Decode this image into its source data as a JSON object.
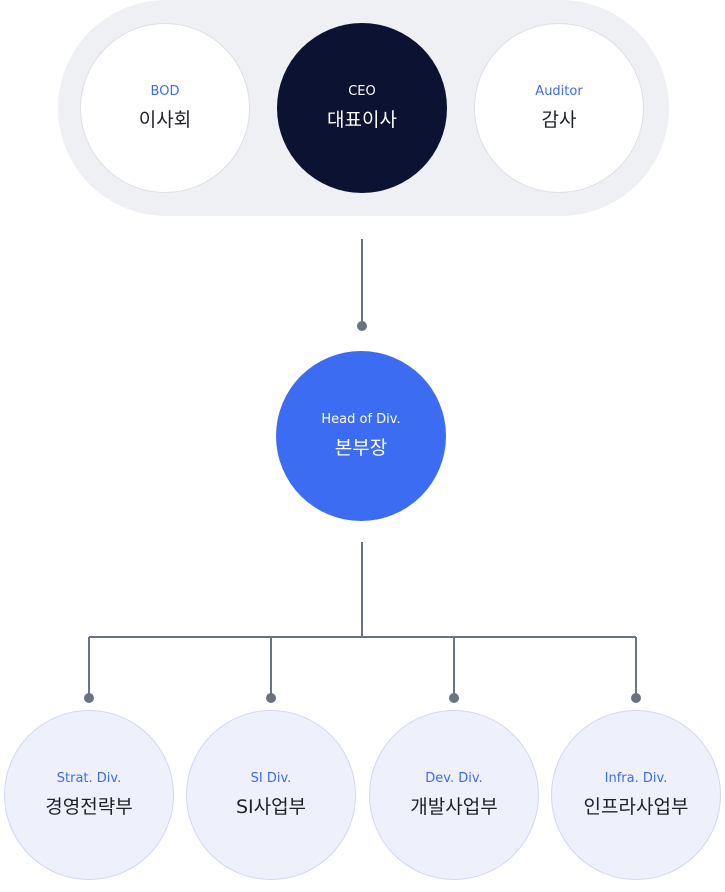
{
  "top": {
    "bod": {
      "en": "BOD",
      "ko": "이사회"
    },
    "ceo": {
      "en": "CEO",
      "ko": "대표이사"
    },
    "auditor": {
      "en": "Auditor",
      "ko": "감사"
    }
  },
  "head": {
    "en": "Head of Div.",
    "ko": "본부장"
  },
  "divisions": [
    {
      "en": "Strat. Div.",
      "ko": "경영전략부"
    },
    {
      "en": "SI Div.",
      "ko": "SI사업부"
    },
    {
      "en": "Dev. Div.",
      "ko": "개발사업부"
    },
    {
      "en": "Infra. Div.",
      "ko": "인프라사업부"
    }
  ],
  "colors": {
    "connector": "#6b7382",
    "ceo": "#0c1232",
    "head": "#3c6cf2",
    "accent_text": "#3c6cf0"
  }
}
